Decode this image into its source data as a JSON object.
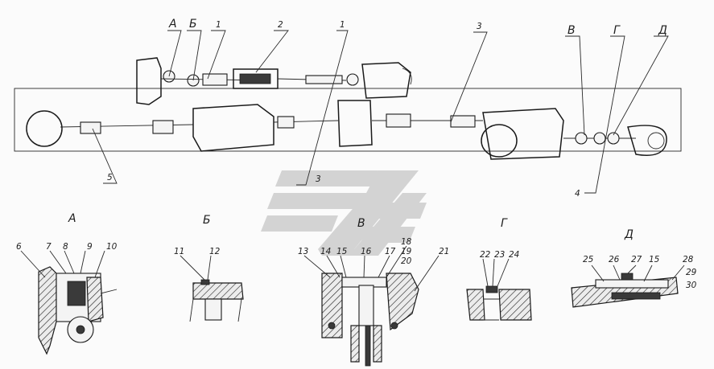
{
  "diagram": {
    "overview_callouts": [
      {
        "id": "A",
        "text": "А"
      },
      {
        "id": "B",
        "text": "Б"
      },
      {
        "id": "n1a",
        "text": "1"
      },
      {
        "id": "n2",
        "text": "2"
      },
      {
        "id": "n1b",
        "text": "1"
      },
      {
        "id": "n3a",
        "text": "3"
      },
      {
        "id": "V",
        "text": "В"
      },
      {
        "id": "G",
        "text": "Г"
      },
      {
        "id": "D",
        "text": "Д"
      },
      {
        "id": "n5",
        "text": "5"
      },
      {
        "id": "n3b",
        "text": "3"
      },
      {
        "id": "n4",
        "text": "4"
      }
    ],
    "views": [
      {
        "id": "view-a",
        "title": "А",
        "labels": [
          "6",
          "7",
          "8",
          "9",
          "10"
        ]
      },
      {
        "id": "view-b",
        "title": "Б",
        "labels": [
          "11",
          "12"
        ]
      },
      {
        "id": "view-v",
        "title": "В",
        "labels": [
          "13",
          "14",
          "15",
          "16",
          "17",
          "18",
          "19",
          "20",
          "21"
        ]
      },
      {
        "id": "view-g",
        "title": "Г",
        "labels": [
          "22",
          "23",
          "24"
        ]
      },
      {
        "id": "view-d",
        "title": "Д",
        "labels": [
          "25",
          "26",
          "27",
          "15",
          "28",
          "29",
          "30"
        ]
      }
    ]
  },
  "icons": {
    "watermark": "stylized-road-logo-watermark"
  }
}
